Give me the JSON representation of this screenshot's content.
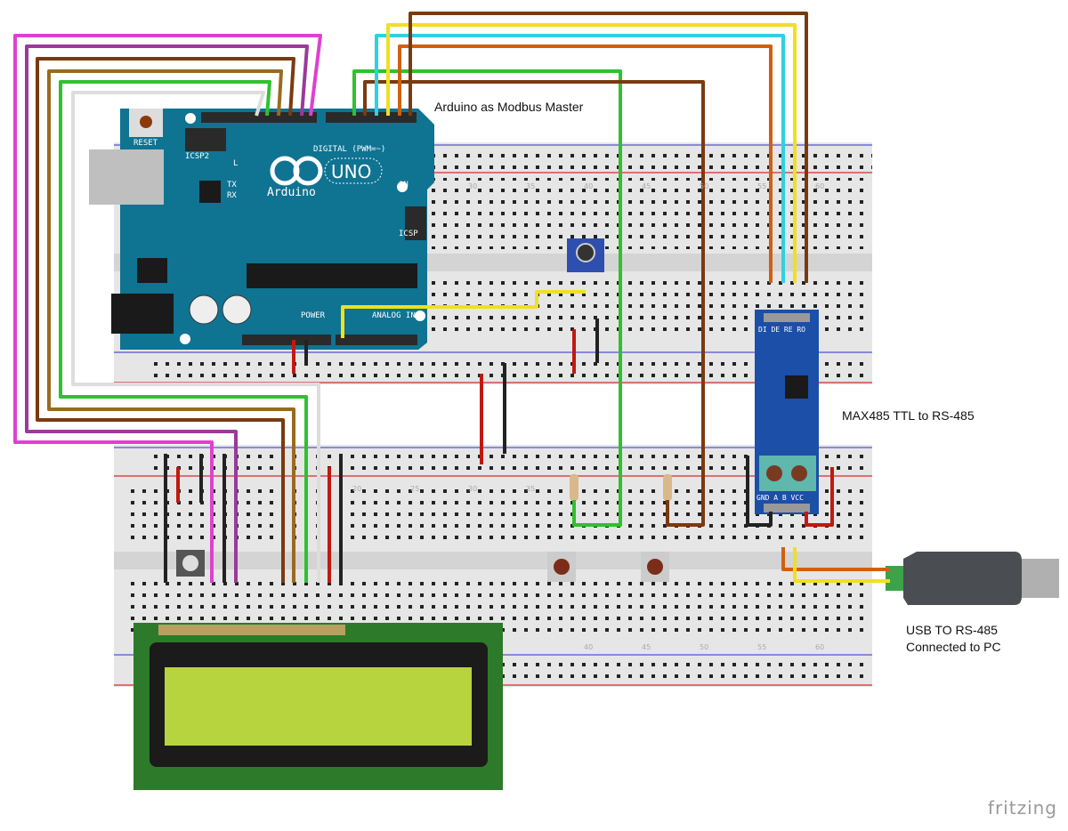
{
  "labels": {
    "master": "Arduino as Modbus Master",
    "max485": "MAX485 TTL to RS-485",
    "usb_line1": "USB TO RS-485",
    "usb_line2": "Connected to PC"
  },
  "brand": "fritzing",
  "arduino": {
    "logo_text": "Arduino",
    "model": "UNO",
    "reset": "RESET",
    "icsp2": "ICSP2",
    "icsp": "ICSP",
    "digital": "DIGITAL (PWM=~)",
    "power": "POWER",
    "analog": "ANALOG IN",
    "led_l": "L",
    "led_tx": "TX",
    "led_rx": "RX",
    "led_on": "ON"
  },
  "max485_module": {
    "top_pins": "DI DE RE RO",
    "bottom_pins": "GND A B VCC"
  },
  "breadboard_numbers": [
    "30",
    "35",
    "40",
    "45",
    "50",
    "55",
    "60"
  ],
  "lower_breadboard_numbers": [
    "20",
    "25",
    "30",
    "35",
    "40",
    "45",
    "50",
    "55",
    "60"
  ],
  "colors": {
    "arduino_board": "#0f7392",
    "lcd_pcb": "#2d7a2a",
    "lcd_screen": "#b7d43e",
    "module_board": "#1b4fa8",
    "usb_dongle": "#4a4d52"
  }
}
